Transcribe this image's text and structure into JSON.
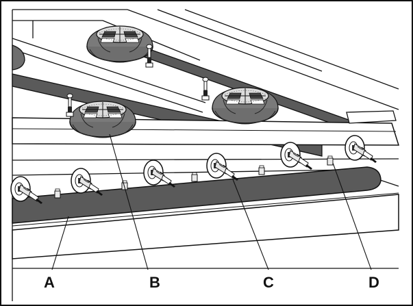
{
  "callouts": {
    "a": "A",
    "b": "B",
    "c": "C",
    "d": "D"
  },
  "colors": {
    "outline": "#111111",
    "tube": "#5a5a5a",
    "burner": "#6e6e6e",
    "panel": "#ffffff"
  }
}
